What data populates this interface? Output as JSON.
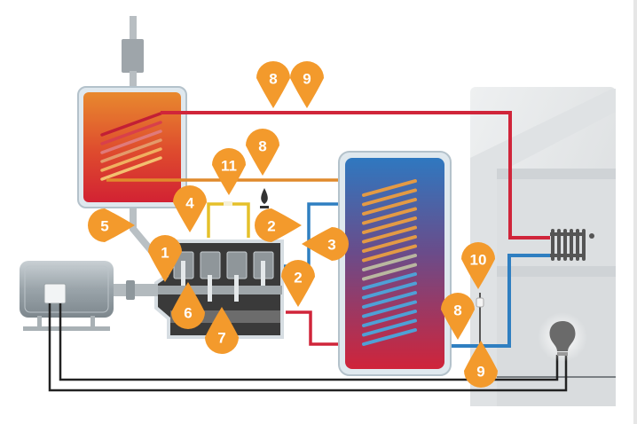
{
  "diagram": {
    "title": "Combined heat and power system schematic",
    "colors": {
      "marker": "#f39a2c",
      "hot_pipe": "#d0253a",
      "cold_pipe": "#2f7fc1",
      "exhaust_pipe": "#e08a2c",
      "gas_pipe": "#e5c02a",
      "electric_wire": "#222222",
      "engine_body": "#3c3c3c",
      "house": "#e4e6e8"
    },
    "components": [
      {
        "id": "exhaust-heat-exchanger",
        "label": "Exhaust gas heat exchanger"
      },
      {
        "id": "chimney",
        "label": "Chimney"
      },
      {
        "id": "engine",
        "label": "Combustion engine"
      },
      {
        "id": "generator",
        "label": "Generator"
      },
      {
        "id": "storage-tank",
        "label": "Buffer storage tank"
      },
      {
        "id": "house",
        "label": "House"
      },
      {
        "id": "radiator",
        "label": "Radiator"
      },
      {
        "id": "light-bulb",
        "label": "Light bulb"
      },
      {
        "id": "gas-flame",
        "label": "Gas supply"
      }
    ],
    "markers": [
      {
        "num": "8",
        "pointer": "down"
      },
      {
        "num": "9",
        "pointer": "down"
      },
      {
        "num": "8",
        "pointer": "down"
      },
      {
        "num": "11",
        "pointer": "down"
      },
      {
        "num": "4",
        "pointer": "down"
      },
      {
        "num": "5",
        "pointer": "right"
      },
      {
        "num": "2",
        "pointer": "right"
      },
      {
        "num": "3",
        "pointer": "left"
      },
      {
        "num": "1",
        "pointer": "down"
      },
      {
        "num": "2",
        "pointer": "down"
      },
      {
        "num": "6",
        "pointer": "up"
      },
      {
        "num": "7",
        "pointer": "up"
      },
      {
        "num": "10",
        "pointer": "down"
      },
      {
        "num": "8",
        "pointer": "down"
      },
      {
        "num": "9",
        "pointer": "up"
      }
    ]
  }
}
